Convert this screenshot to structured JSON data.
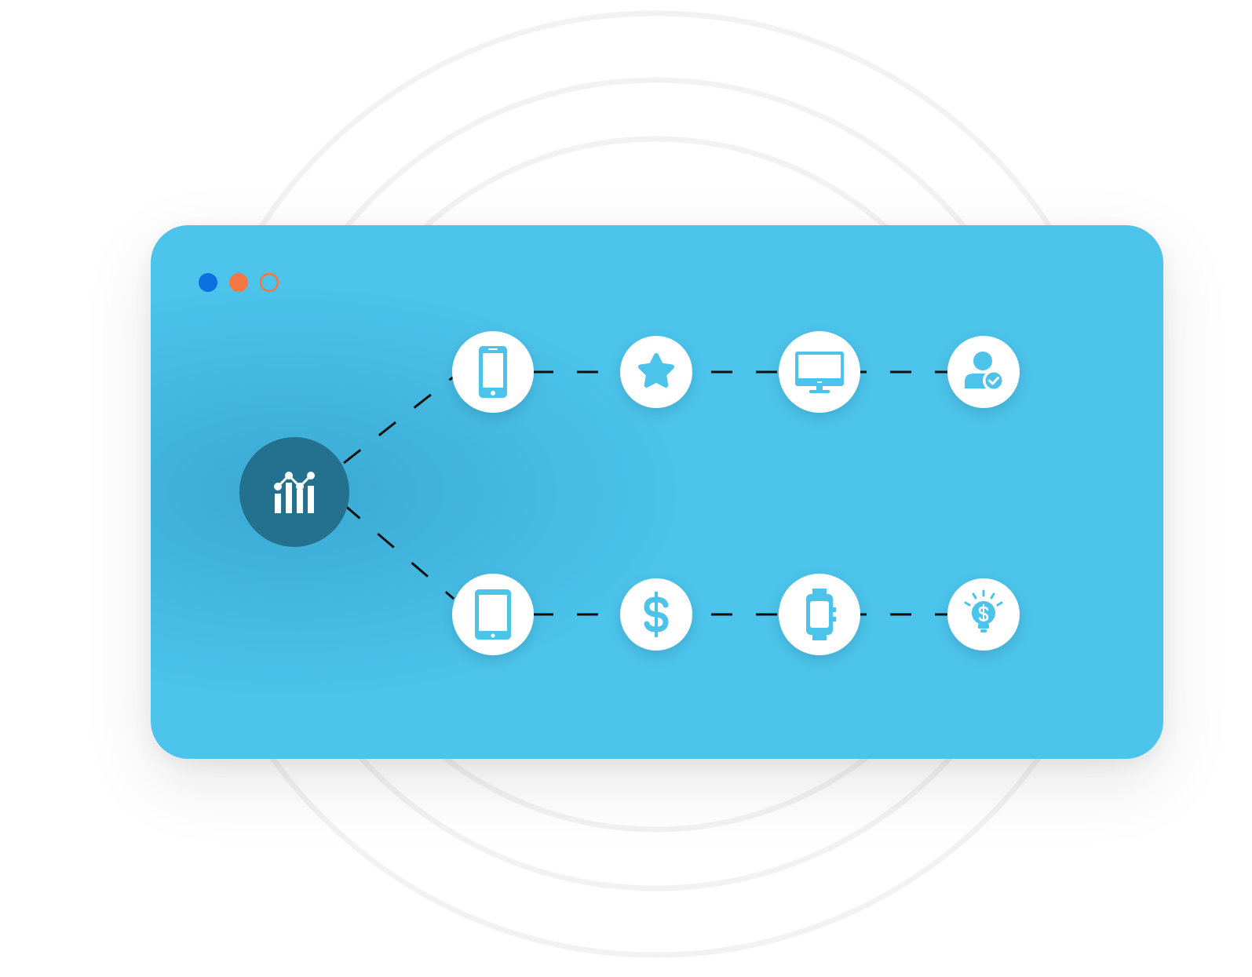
{
  "colors": {
    "panel": "#4bc3eb",
    "panel_glow": "#3aa9d3",
    "hub": "#23718f",
    "node_fill": "#ffffff",
    "icon": "#4bc3eb",
    "connector": "#111111",
    "ring": "#f2f2f2",
    "dot_blue": "#0a6fe0",
    "dot_orange": "#f47640",
    "dot_outline": "#f47640"
  },
  "window_controls": [
    {
      "name": "control-dot-blue",
      "style": "filled",
      "color": "#0a6fe0"
    },
    {
      "name": "control-dot-orange",
      "style": "filled",
      "color": "#f47640"
    },
    {
      "name": "control-dot-outline",
      "style": "outline",
      "color": "#f47640"
    }
  ],
  "hub": {
    "icon": "analytics-chart-icon"
  },
  "rows": [
    {
      "row": "top",
      "nodes": [
        {
          "icon": "smartphone-icon"
        },
        {
          "icon": "star-icon"
        },
        {
          "icon": "desktop-monitor-icon"
        },
        {
          "icon": "verified-user-icon"
        }
      ]
    },
    {
      "row": "bottom",
      "nodes": [
        {
          "icon": "tablet-icon"
        },
        {
          "icon": "dollar-sign-icon"
        },
        {
          "icon": "smartwatch-icon"
        },
        {
          "icon": "money-idea-bulb-icon"
        }
      ]
    }
  ]
}
